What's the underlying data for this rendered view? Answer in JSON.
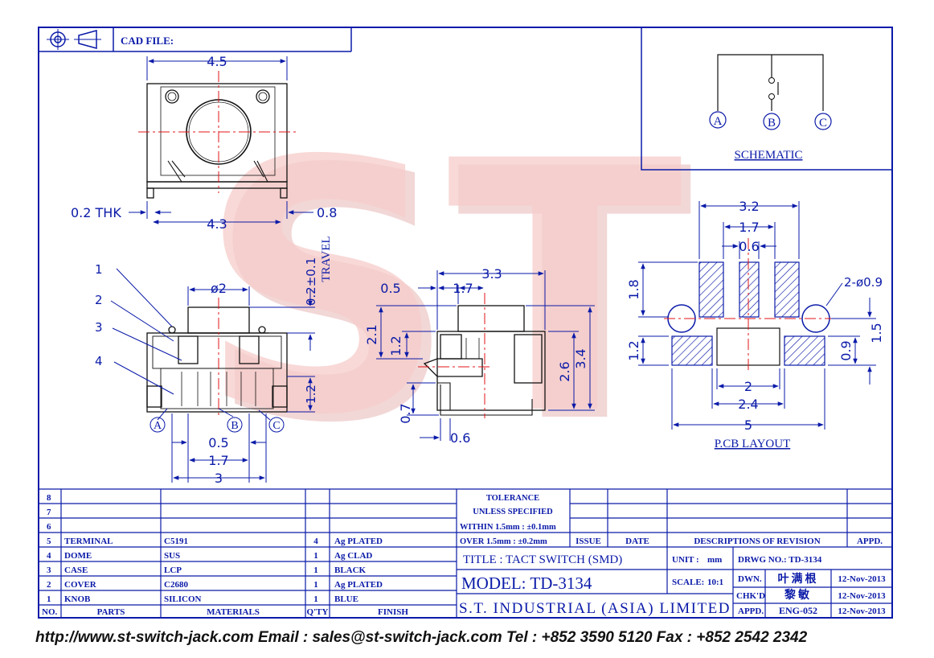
{
  "header": {
    "cad_file_label": "CAD FILE:"
  },
  "watermark": {
    "text": "ST"
  },
  "schematic": {
    "title": "SCHEMATIC",
    "pins": [
      "A",
      "B",
      "C"
    ]
  },
  "top_view": {
    "width_dim": "4.5",
    "leg_dim": "4.3",
    "thk_dim": "0.2 THK",
    "pin_dim": "0.8"
  },
  "front_view": {
    "knob_dia": "ø2",
    "travel_dim": "0.2±0.1",
    "travel_label": "TRAVEL",
    "height_dim": "1.2",
    "callouts": [
      "1",
      "2",
      "3",
      "4"
    ],
    "pins": [
      "A",
      "B",
      "C"
    ],
    "dim_05": "0.5",
    "dim_17": "1.7",
    "dim_3": "3"
  },
  "side_view": {
    "dim_33": "3.3",
    "dim_05": "0.5",
    "dim_17": "1.7",
    "dim_21": "2.1",
    "dim_12": "1.2",
    "dim_26": "2.6",
    "dim_34": "3.4",
    "dim_07": "0.7",
    "dim_06": "0.6"
  },
  "pcb_layout": {
    "title": "P.CB LAYOUT",
    "dim_32": "3.2",
    "dim_17": "1.7",
    "dim_06": "0.6",
    "hole_dim": "2-ø0.9",
    "dim_18": "1.8",
    "dim_12": "1.2",
    "dim_15": "1.5",
    "dim_09": "0.9",
    "dim_2": "2",
    "dim_24": "2.4",
    "dim_5": "5"
  },
  "bom": {
    "headers": [
      "NO.",
      "PARTS",
      "MATERIALS",
      "Q'TY",
      "FINISH"
    ],
    "rows": [
      {
        "no": "8",
        "part": "",
        "material": "",
        "qty": "",
        "finish": ""
      },
      {
        "no": "7",
        "part": "",
        "material": "",
        "qty": "",
        "finish": ""
      },
      {
        "no": "6",
        "part": "",
        "material": "",
        "qty": "",
        "finish": ""
      },
      {
        "no": "5",
        "part": "TERMINAL",
        "material": "C5191",
        "qty": "4",
        "finish": "Ag PLATED"
      },
      {
        "no": "4",
        "part": "DOME",
        "material": "SUS",
        "qty": "1",
        "finish": "Ag CLAD"
      },
      {
        "no": "3",
        "part": "CASE",
        "material": "LCP",
        "qty": "1",
        "finish": "BLACK"
      },
      {
        "no": "2",
        "part": "COVER",
        "material": "C2680",
        "qty": "1",
        "finish": "Ag PLATED"
      },
      {
        "no": "1",
        "part": "KNOB",
        "material": "SILICON",
        "qty": "1",
        "finish": "BLUE"
      }
    ]
  },
  "tolerance": {
    "line1": "TOLERANCE",
    "line2": "UNLESS   SPECIFIED",
    "line3": "WITHIN 1.5mm : ±0.1mm",
    "line4": "OVER 1.5mm : ±0.2mm"
  },
  "revision": {
    "issue": "ISSUE",
    "date": "DATE",
    "description": "DESCRIPTIONS OF REVISION",
    "appd": "APPD."
  },
  "title_block": {
    "title": "TITLE : TACT SWITCH (SMD)",
    "unit_label": "UNIT :",
    "unit_value": "mm",
    "drwg_no": "DRWG NO.: TD-3134",
    "model": "MODEL: TD-3134",
    "scale_label": "SCALE:",
    "scale_value": "10:1",
    "dwn_label": "DWN.",
    "dwn_name": "叶满根",
    "dwn_date": "12-Nov-2013",
    "chkd_label": "CHK'D",
    "chkd_name": "黎敏",
    "chkd_date": "12-Nov-2013",
    "appd_label": "APPD.",
    "appd_name": "ENG-052",
    "appd_date": "12-Nov-2013",
    "company": "S.T. INDUSTRIAL (ASIA) LIMITED"
  },
  "footer": {
    "text": "http://www.st-switch-jack.com  Email : sales@st-switch-jack.com  Tel : +852 3590 5120  Fax : +852 2542 2342"
  }
}
